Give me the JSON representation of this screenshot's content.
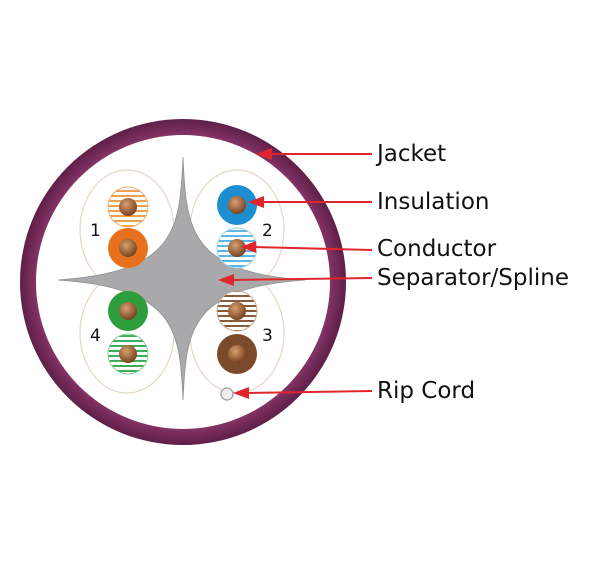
{
  "labels": {
    "jacket": "Jacket",
    "insulation": "Insulation",
    "conductor": "Conductor",
    "separator": "Separator/Spline",
    "rip_cord": "Rip Cord"
  },
  "pairs": [
    {
      "number": "1",
      "color_name": "orange",
      "color": "#e8701d"
    },
    {
      "number": "2",
      "color_name": "blue",
      "color": "#1d8fd0"
    },
    {
      "number": "3",
      "color_name": "brown",
      "color": "#7a4a2a"
    },
    {
      "number": "4",
      "color_name": "green",
      "color": "#2e9e3c"
    }
  ],
  "colors": {
    "jacket": "#8e3d6e",
    "leader": "#e0262c",
    "conductor_copper": "#a8683a",
    "spline": "#a9a9ab"
  }
}
